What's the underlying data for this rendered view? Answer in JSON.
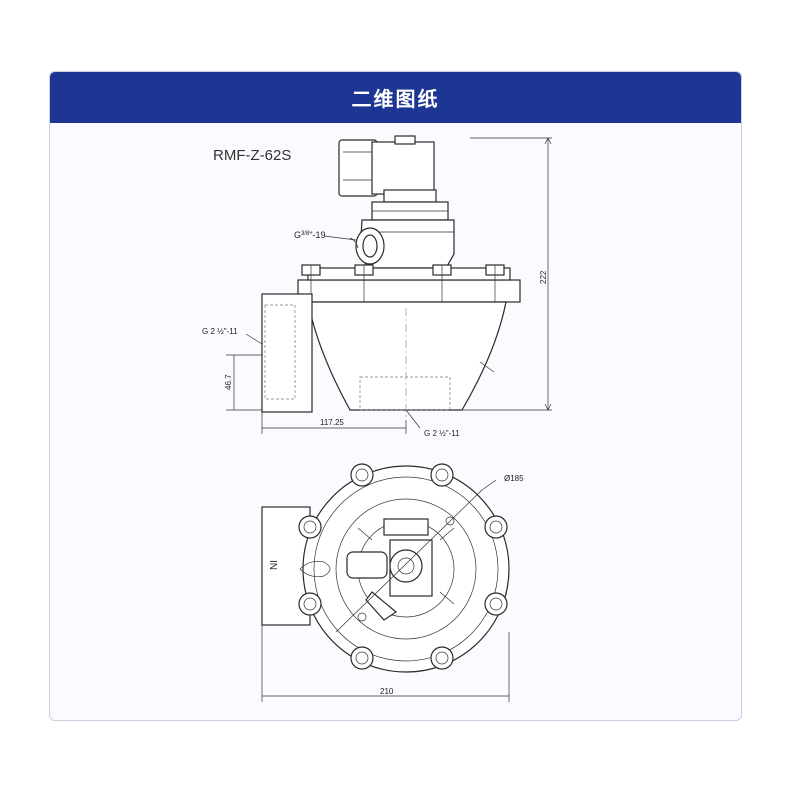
{
  "header": {
    "title": "二维图纸"
  },
  "drawing": {
    "model": "RMF-Z-62S",
    "labels": {
      "pilot_port_prefix": "G",
      "pilot_port_frac": "3/8",
      "pilot_port_suffix": "\"-19",
      "inlet_thread": "G 2 ½\"-11",
      "outlet_thread": "G 2 ½\"-11",
      "height": "222",
      "inlet_height": "46.7",
      "inlet_offset": "117.25",
      "diameter": "Ø185",
      "width": "210",
      "flow_marker": "IN"
    }
  },
  "colors": {
    "banner": "#1d3593",
    "line": "#2a2a2a"
  }
}
